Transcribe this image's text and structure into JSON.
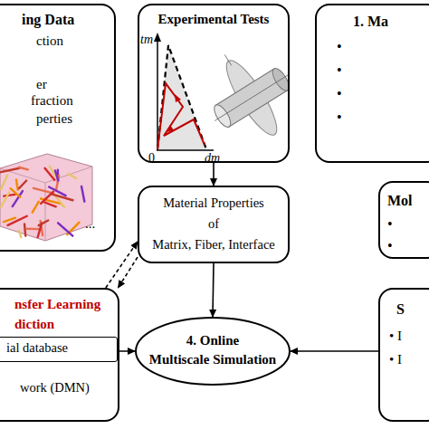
{
  "diagram": {
    "nodes": [
      {
        "text": [
          "ing Data",
          "ction",
          "er",
          "fraction",
          "perties",
          "..."
        ]
      },
      {
        "text": [
          "Experimental Tests"
        ]
      },
      {
        "text": [
          "1. Ma",
          "•",
          "•",
          "•",
          "•"
        ]
      },
      {
        "text": [
          "Material Properties of Matrix, Fiber, Interface"
        ]
      },
      {
        "text": [
          "Mol",
          "•",
          "•"
        ]
      },
      {
        "text": [
          "nsfer Learning diction",
          "work (DMN)"
        ]
      },
      {
        "text": [
          "ial database"
        ],
        "in": 5
      },
      {
        "text": [
          "4. Online Multiscale Simulation"
        ]
      },
      {
        "text": [
          "S",
          "• I",
          "• I"
        ]
      }
    ],
    "edges": [
      {
        "from": 1,
        "to": 3,
        "arrow": "to"
      },
      {
        "from": 3,
        "to": 7,
        "arrow": "to"
      },
      {
        "from": 5,
        "to": 3,
        "arrow": "to"
      },
      {
        "from": 3,
        "to": 5,
        "arrow": "to"
      },
      {
        "from": 5,
        "to": 7,
        "arrow": "to"
      },
      {
        "from": 8,
        "to": 7,
        "arrow": "to"
      }
    ],
    "labels": [
      "tm",
      "0",
      "dm"
    ]
  }
}
